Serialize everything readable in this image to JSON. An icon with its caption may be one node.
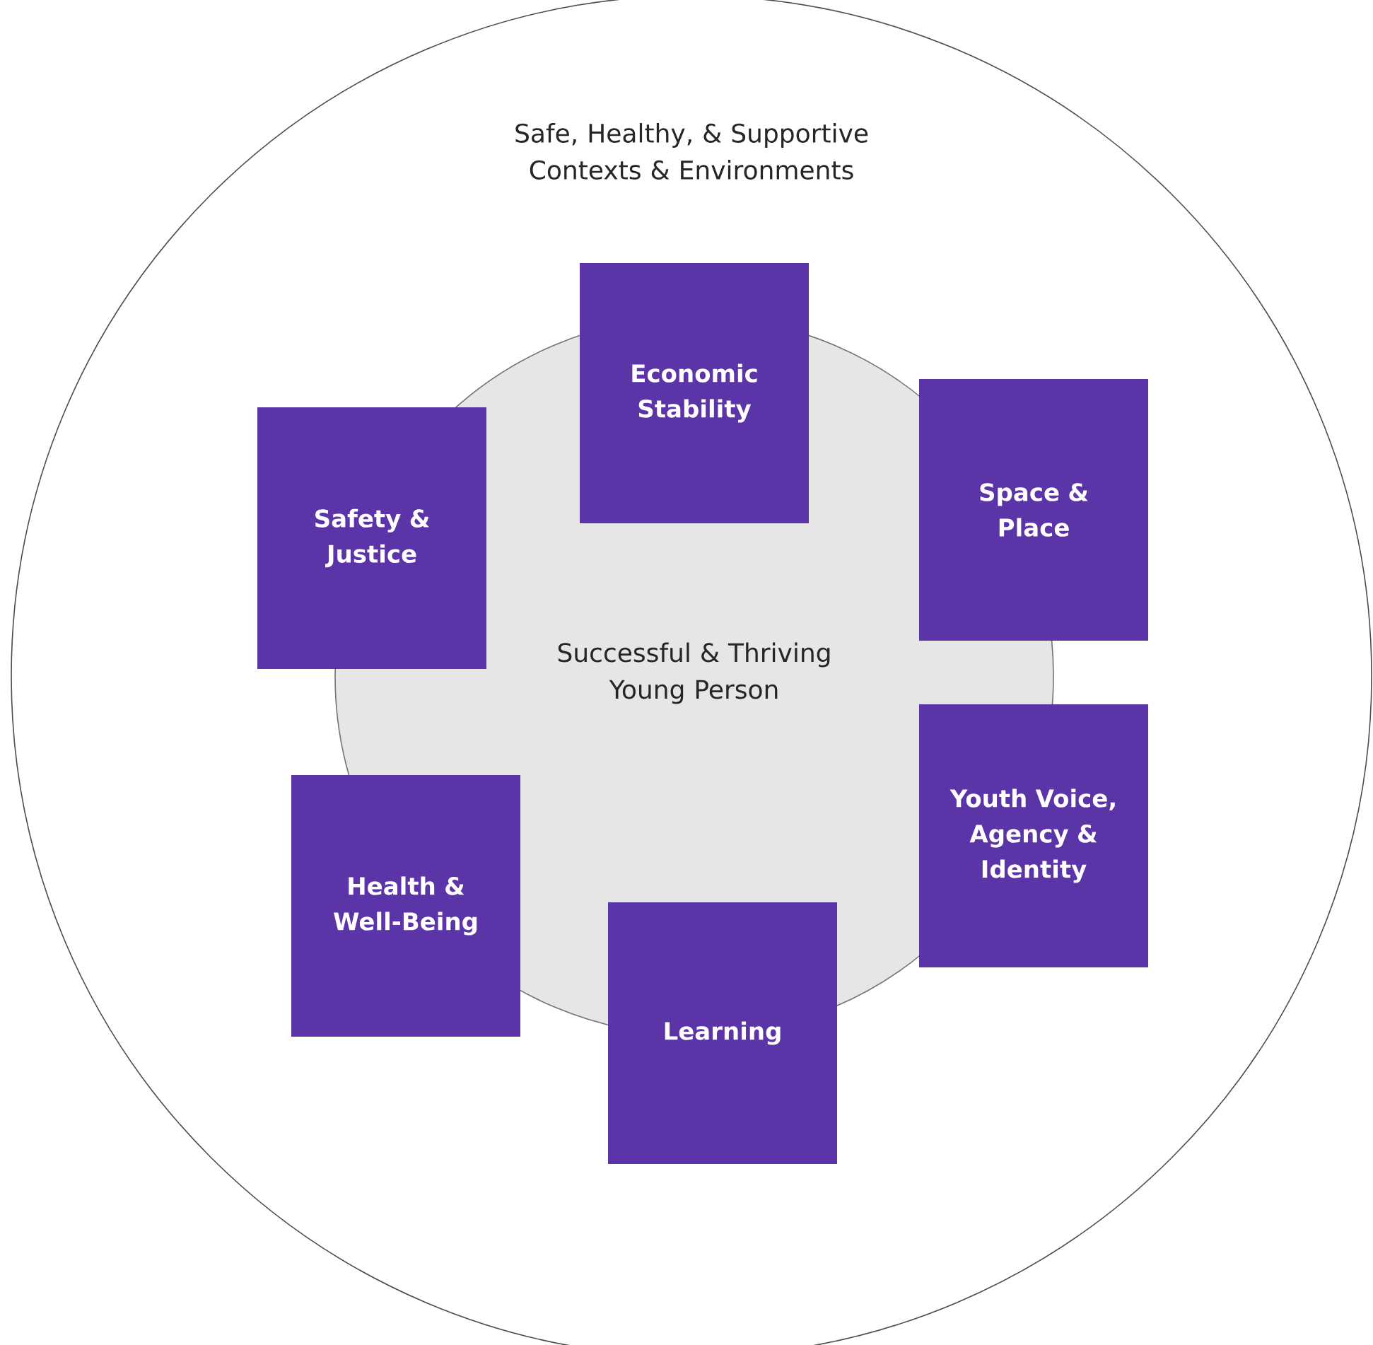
{
  "diagram": {
    "nodes": [
      {
        "text": [
          "Safe, Healthy, & Supportive Contexts & Environments"
        ]
      },
      {
        "text": [
          "Successful & Thriving Young Person"
        ],
        "in": 0
      },
      {
        "text": [
          "Economic Stability"
        ],
        "in": 0
      },
      {
        "text": [
          "Safety & Justice"
        ],
        "in": 0
      },
      {
        "text": [
          "Space & Place"
        ],
        "in": 0
      },
      {
        "text": [
          "Youth Voice, Agency & Identity"
        ],
        "in": 0
      },
      {
        "text": [
          "Health & Well-Being"
        ],
        "in": 0
      },
      {
        "text": [
          "Learning"
        ],
        "in": 0
      }
    ]
  }
}
